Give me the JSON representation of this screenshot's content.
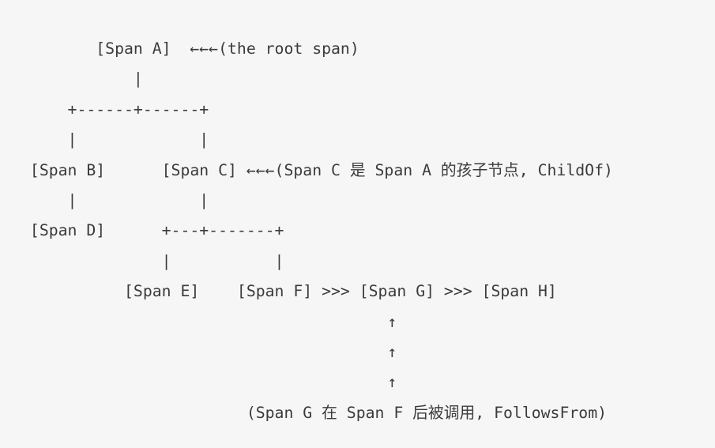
{
  "colors": {
    "background": "#f6f6f6",
    "text": "#3b3b3b"
  },
  "diagram": {
    "nodes": [
      "Span A",
      "Span B",
      "Span C",
      "Span D",
      "Span E",
      "Span F",
      "Span G",
      "Span H"
    ],
    "annotations": {
      "root_span": "←←←(the root span)",
      "child_of": "←←←(Span C 是 Span A 的孩子节点, ChildOf)",
      "follows_from": "(Span G 在 Span F 后被调用, FollowsFrom)"
    },
    "lines": [
      "        [Span A]  ←←←(the root span)",
      "            |",
      "     +------+------+",
      "     |             |",
      " [Span B]      [Span C] ←←←(Span C 是 Span A 的孩子节点, ChildOf)",
      "     |             |",
      " [Span D]      +---+-------+",
      "               |           |",
      "           [Span E]    [Span F] >>> [Span G] >>> [Span H]",
      "                                       ↑",
      "                                       ↑",
      "                                       ↑",
      "                        (Span G 在 Span F 后被调用, FollowsFrom)"
    ]
  }
}
